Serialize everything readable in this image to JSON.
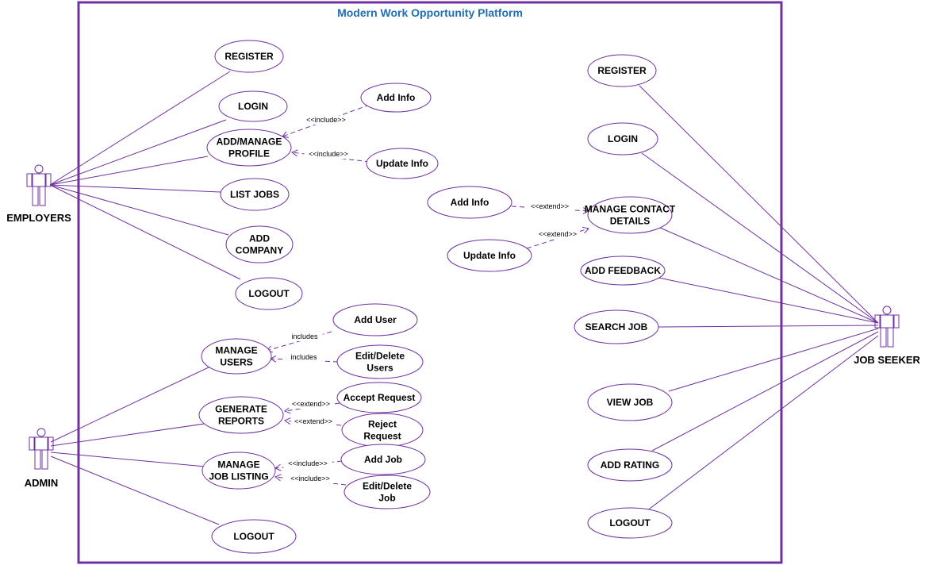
{
  "system": {
    "title": "Modern Work Opportunity Platform"
  },
  "colors": {
    "primary": "#7030a0",
    "title": "#1f6fb2",
    "text": "#000000"
  },
  "actors": {
    "employers": "EMPLOYERS",
    "admin": "ADMIN",
    "job_seeker": "JOB SEEKER"
  },
  "use_cases": {
    "emp_register": [
      "REGISTER"
    ],
    "emp_login": [
      "LOGIN"
    ],
    "emp_profile": [
      "ADD/MANAGE",
      "PROFILE"
    ],
    "emp_list_jobs": [
      "LIST JOBS"
    ],
    "emp_add_company": [
      "ADD",
      "COMPANY"
    ],
    "emp_logout": [
      "LOGOUT"
    ],
    "prof_add_info": [
      "Add Info"
    ],
    "prof_update_info": [
      "Update Info"
    ],
    "adm_manage_users": [
      "MANAGE",
      "USERS"
    ],
    "adm_reports": [
      "GENERATE",
      "REPORTS"
    ],
    "adm_job_listing": [
      "MANAGE",
      "JOB LISTING"
    ],
    "adm_logout": [
      "LOGOUT"
    ],
    "usr_add": [
      "Add User"
    ],
    "usr_edit": [
      "Edit/Delete",
      "Users"
    ],
    "rep_accept": [
      "Accept Request"
    ],
    "rep_reject": [
      "Reject",
      "Request"
    ],
    "job_add": [
      "Add Job"
    ],
    "job_edit": [
      "Edit/Delete",
      "Job"
    ],
    "contact_add_info": [
      "Add Info"
    ],
    "contact_update_info": [
      "Update Info"
    ],
    "js_register": [
      "REGISTER"
    ],
    "js_login": [
      "LOGIN"
    ],
    "js_contact": [
      "MANAGE CONTACT",
      "DETAILS"
    ],
    "js_feedback": [
      "ADD FEEDBACK"
    ],
    "js_search": [
      "SEARCH JOB"
    ],
    "js_view": [
      "VIEW JOB"
    ],
    "js_rating": [
      "ADD RATING"
    ],
    "js_logout": [
      "LOGOUT"
    ]
  },
  "relationships": {
    "include": "<<include>>",
    "extend": "<<extend>>",
    "includes": "includes"
  }
}
